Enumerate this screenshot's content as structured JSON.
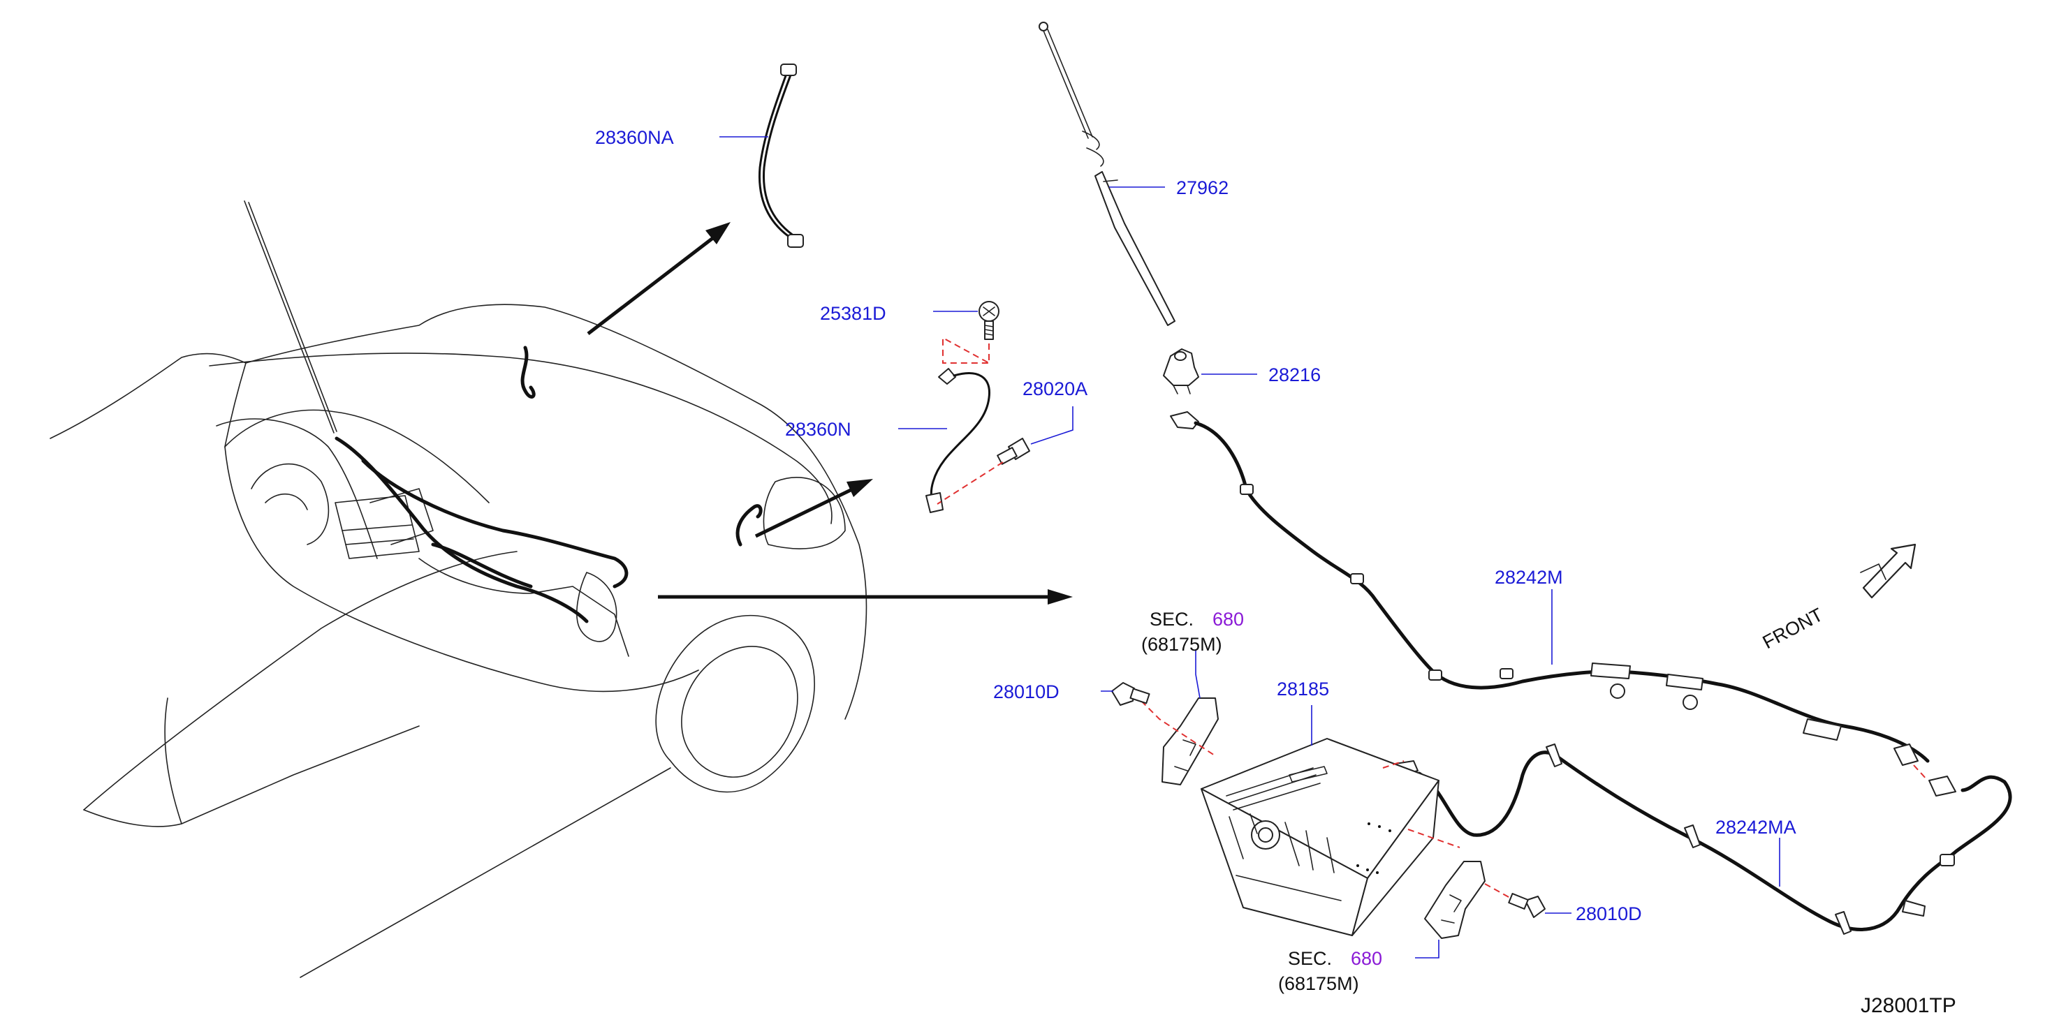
{
  "callouts": {
    "p28360NA": "28360NA",
    "p27962": "27962",
    "p25381D": "25381D",
    "p28216": "28216",
    "p28020A": "28020A",
    "p28360N": "28360N",
    "p28242M": "28242M",
    "sec_top": {
      "prefix": "SEC.",
      "number": "680",
      "sub": "(68175M)"
    },
    "p28010D_left": "28010D",
    "p28185": "28185",
    "p28242MA": "28242MA",
    "p28010D_right": "28010D",
    "sec_bottom": {
      "prefix": "SEC.",
      "number": "680",
      "sub": "(68175M)"
    }
  },
  "orientation": {
    "front_label": "FRONT"
  },
  "figure_code": "J28001TP",
  "colors": {
    "part_number": "#1a1ad6",
    "section_number": "#8a1ad6",
    "leader_line": "#1a1ad6",
    "dashed_guide": "#e03030",
    "ink": "#111111"
  }
}
